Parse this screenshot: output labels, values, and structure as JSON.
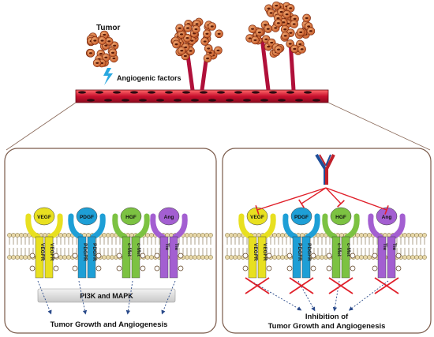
{
  "top": {
    "tumor_label": "Tumor",
    "factors_label": "Angiogenic factors"
  },
  "left_panel": {
    "receptors": [
      {
        "ligand": "VEGF",
        "receptor": "VEGFR",
        "color": "#e8e020"
      },
      {
        "ligand": "PDGF",
        "receptor": "PDGFR",
        "color": "#1e9fd6"
      },
      {
        "ligand": "HGF",
        "receptor": "c-Met",
        "color": "#7cc242"
      },
      {
        "ligand": "Ang",
        "receptor": "Tie",
        "color": "#a35fd1"
      }
    ],
    "pathway_label": "PI3K and MAPK",
    "outcome_label": "Tumor Growth and Angiogenesis"
  },
  "right_panel": {
    "receptors": [
      {
        "ligand": "VEGF",
        "receptor": "VEGFR",
        "color": "#e8e020"
      },
      {
        "ligand": "PDGF",
        "receptor": "PDGFR",
        "color": "#1e9fd6"
      },
      {
        "ligand": "HGF",
        "receptor": "c-Met",
        "color": "#7cc242"
      },
      {
        "ligand": "Ang",
        "receptor": "Tie",
        "color": "#a35fd1"
      }
    ],
    "outcome_line1": "Inhibition of",
    "outcome_line2": "Tumor Growth and Angiogenesis"
  },
  "colors": {
    "tumor_cell": "#d9703a",
    "vessel": "#c8102e",
    "inhibit": "#e0202a",
    "antibody_red": "#c0202a",
    "antibody_blue": "#1f4f9a",
    "panel_border": "#7a5a4a"
  }
}
